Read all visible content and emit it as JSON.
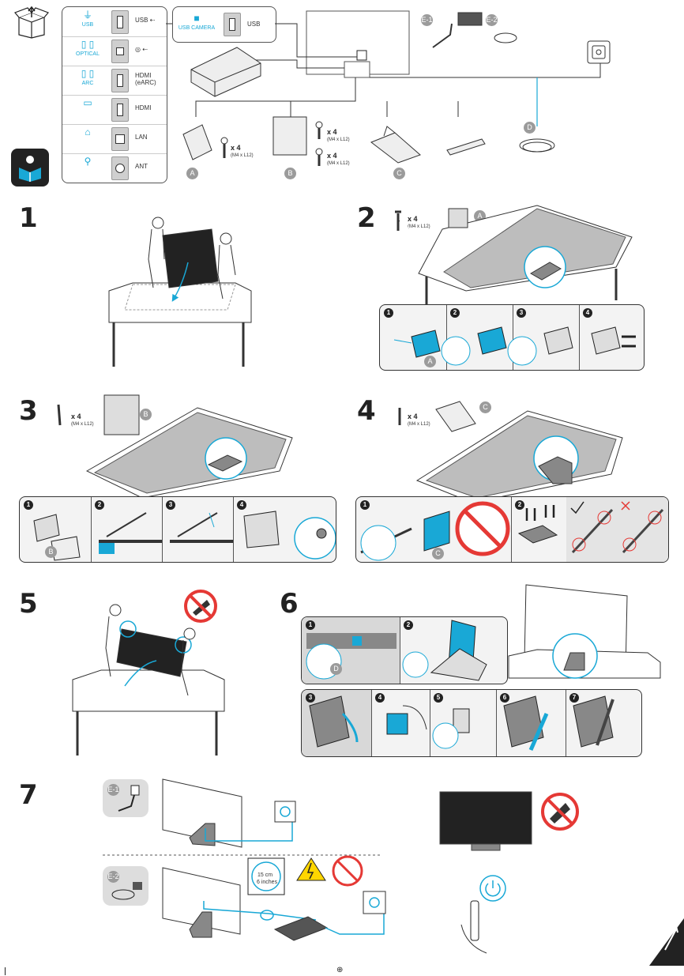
{
  "ports": [
    {
      "icon_label": "USB",
      "port_label": "USB ⇠"
    },
    {
      "icon_label": "OPTICAL",
      "port_label": "◎ ⇠"
    },
    {
      "icon_label": "ARC",
      "port_label": "HDMI (eARC)"
    },
    {
      "icon_label": "",
      "port_label": "HDMI"
    },
    {
      "icon_label": "",
      "port_label": "LAN"
    },
    {
      "icon_label": "",
      "port_label": "ANT"
    }
  ],
  "camera_port": {
    "icon_label": "USB CAMERA",
    "port_label": "USB"
  },
  "parts": {
    "a": {
      "letter": "A",
      "qty": "x 4",
      "spec": "(M4 x L12)"
    },
    "b": {
      "letter": "B",
      "qty1": "x 4",
      "spec1": "(M4 x L12)",
      "qty2": "x 4",
      "spec2": "(M4 x L12)"
    },
    "c": {
      "letter": "C"
    },
    "d": {
      "letter": "D"
    },
    "e1": "E-1",
    "e2": "E-2"
  },
  "steps": [
    "1",
    "2",
    "3",
    "4",
    "5",
    "6",
    "7"
  ],
  "step2": {
    "qty": "x 4",
    "spec": "(M4 x L12)",
    "part": "A",
    "subs": [
      "1",
      "2",
      "3",
      "4"
    ]
  },
  "step3": {
    "qty": "x 4",
    "spec": "(M4 x L12)",
    "part": "B",
    "subs": [
      "1",
      "2",
      "3",
      "4"
    ]
  },
  "step4": {
    "qty": "x 4",
    "spec": "(M4 x L12)",
    "part": "C",
    "subs": [
      "1",
      "2"
    ]
  },
  "step6": {
    "subs": [
      "1",
      "2",
      "3",
      "4",
      "5",
      "6",
      "7"
    ],
    "part": "D"
  },
  "step7": {
    "e1": "E-1",
    "e2": "E-2",
    "cm": "15 cm",
    "inches": "6 inches"
  }
}
